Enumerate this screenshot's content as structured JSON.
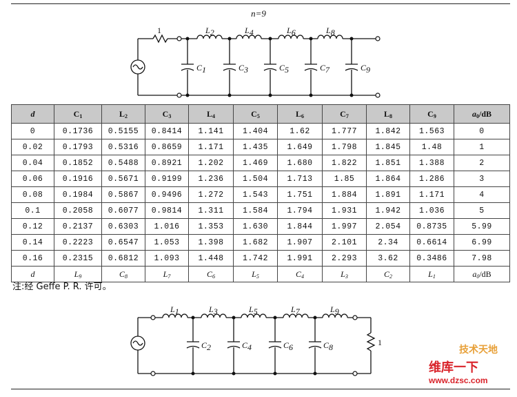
{
  "order_label": "n=9",
  "circuit_top": {
    "source_resistor": "1",
    "inductors": [
      [
        "L",
        "2"
      ],
      [
        "L",
        "4"
      ],
      [
        "L",
        "6"
      ],
      [
        "L",
        "8"
      ]
    ],
    "capacitors": [
      [
        "C",
        "1"
      ],
      [
        "C",
        "3"
      ],
      [
        "C",
        "5"
      ],
      [
        "C",
        "7"
      ],
      [
        "C",
        "9"
      ]
    ]
  },
  "table": {
    "header": [
      [
        "d",
        ""
      ],
      [
        "C",
        "1"
      ],
      [
        "L",
        "2"
      ],
      [
        "C",
        "3"
      ],
      [
        "L",
        "4"
      ],
      [
        "C",
        "5"
      ],
      [
        "L",
        "6"
      ],
      [
        "C",
        "7"
      ],
      [
        "L",
        "8"
      ],
      [
        "C",
        "9"
      ],
      [
        "a",
        "0",
        "/dB"
      ]
    ],
    "rows": [
      [
        "0",
        "0.1736",
        "0.5155",
        "0.8414",
        "1.141",
        "1.404",
        "1.62",
        "1.777",
        "1.842",
        "1.563",
        "0"
      ],
      [
        "0.02",
        "0.1793",
        "0.5316",
        "0.8659",
        "1.171",
        "1.435",
        "1.649",
        "1.798",
        "1.845",
        "1.48",
        "1"
      ],
      [
        "0.04",
        "0.1852",
        "0.5488",
        "0.8921",
        "1.202",
        "1.469",
        "1.680",
        "1.822",
        "1.851",
        "1.388",
        "2"
      ],
      [
        "0.06",
        "0.1916",
        "0.5671",
        "0.9199",
        "1.236",
        "1.504",
        "1.713",
        "1.85",
        "1.864",
        "1.286",
        "3"
      ],
      [
        "0.08",
        "0.1984",
        "0.5867",
        "0.9496",
        "1.272",
        "1.543",
        "1.751",
        "1.884",
        "1.891",
        "1.171",
        "4"
      ],
      [
        "0.1",
        "0.2058",
        "0.6077",
        "0.9814",
        "1.311",
        "1.584",
        "1.794",
        "1.931",
        "1.942",
        "1.036",
        "5"
      ],
      [
        "0.12",
        "0.2137",
        "0.6303",
        "1.016",
        "1.353",
        "1.630",
        "1.844",
        "1.997",
        "2.054",
        "0.8735",
        "5.99"
      ],
      [
        "0.14",
        "0.2223",
        "0.6547",
        "1.053",
        "1.398",
        "1.682",
        "1.907",
        "2.101",
        "2.34",
        "0.6614",
        "6.99"
      ],
      [
        "0.16",
        "0.2315",
        "0.6812",
        "1.093",
        "1.448",
        "1.742",
        "1.991",
        "2.293",
        "3.62",
        "0.3486",
        "7.98"
      ]
    ],
    "footer": [
      [
        "d",
        ""
      ],
      [
        "L",
        "9"
      ],
      [
        "C",
        "8"
      ],
      [
        "L",
        "7"
      ],
      [
        "C",
        "6"
      ],
      [
        "L",
        "5"
      ],
      [
        "C",
        "4"
      ],
      [
        "L",
        "3"
      ],
      [
        "C",
        "2"
      ],
      [
        "L",
        "1"
      ],
      [
        "a",
        "0",
        "/dB"
      ]
    ]
  },
  "note": "注:经 Geffe P. R. 许可。",
  "circuit_bottom": {
    "load_resistor": "1",
    "inductors": [
      [
        "L",
        "1"
      ],
      [
        "L",
        "3"
      ],
      [
        "L",
        "5"
      ],
      [
        "L",
        "7"
      ],
      [
        "L",
        "9"
      ]
    ],
    "capacitors": [
      [
        "C",
        "2"
      ],
      [
        "C",
        "4"
      ],
      [
        "C",
        "6"
      ],
      [
        "C",
        "8"
      ]
    ]
  },
  "watermark": {
    "top": "技术天地",
    "brand": "维库一下",
    "url": "www.dzsc.com"
  }
}
